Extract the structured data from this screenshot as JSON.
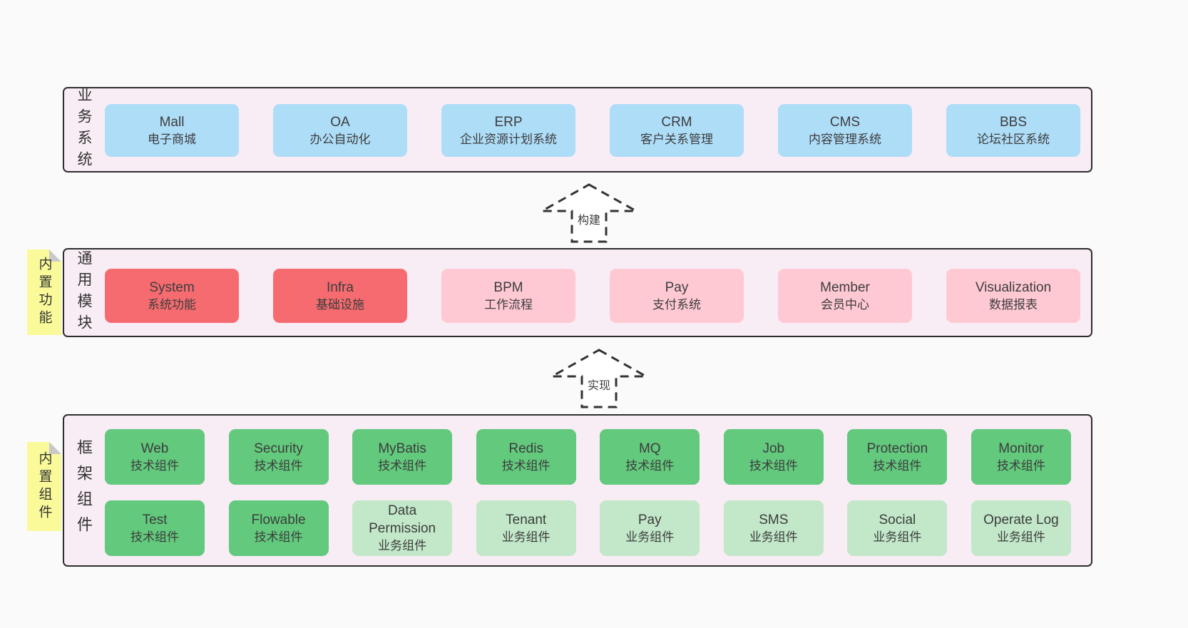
{
  "page": {
    "background": "#fafafa"
  },
  "colors": {
    "panel_bg": "#f8ecf5",
    "panel_border": "#2e2e2e",
    "blue_box": "#aeddf8",
    "red_box": "#f56b70",
    "pink_box": "#ffc9d4",
    "green_box": "#62c97d",
    "light_green_box": "#c2e8c9",
    "sticky_note": "#fafa9a",
    "note_fold": "#c9c9c9",
    "text": "#3d3d3d"
  },
  "arrows": {
    "build": {
      "label": "构建"
    },
    "implement": {
      "label": "实现"
    }
  },
  "sections": {
    "business": {
      "label": "业务系统",
      "boxes": [
        {
          "name": "Mall",
          "desc": "电子商城"
        },
        {
          "name": "OA",
          "desc": "办公自动化"
        },
        {
          "name": "ERP",
          "desc": "企业资源计划系统"
        },
        {
          "name": "CRM",
          "desc": "客户关系管理"
        },
        {
          "name": "CMS",
          "desc": "内容管理系统"
        },
        {
          "name": "BBS",
          "desc": "论坛社区系统"
        }
      ]
    },
    "modules": {
      "label": "通用模块",
      "note": "内置功能",
      "boxes": [
        {
          "name": "System",
          "desc": "系统功能",
          "variant": "red"
        },
        {
          "name": "Infra",
          "desc": "基础设施",
          "variant": "red"
        },
        {
          "name": "BPM",
          "desc": "工作流程",
          "variant": "pink"
        },
        {
          "name": "Pay",
          "desc": "支付系统",
          "variant": "pink"
        },
        {
          "name": "Member",
          "desc": "会员中心",
          "variant": "pink"
        },
        {
          "name": "Visualization",
          "desc": "数据报表",
          "variant": "pink"
        }
      ]
    },
    "framework": {
      "label": "框架组件",
      "note": "内置组件",
      "row1": [
        {
          "name": "Web",
          "desc": "技术组件",
          "variant": "green"
        },
        {
          "name": "Security",
          "desc": "技术组件",
          "variant": "green"
        },
        {
          "name": "MyBatis",
          "desc": "技术组件",
          "variant": "green"
        },
        {
          "name": "Redis",
          "desc": "技术组件",
          "variant": "green"
        },
        {
          "name": "MQ",
          "desc": "技术组件",
          "variant": "green"
        },
        {
          "name": "Job",
          "desc": "技术组件",
          "variant": "green"
        },
        {
          "name": "Protection",
          "desc": "技术组件",
          "variant": "green"
        },
        {
          "name": "Monitor",
          "desc": "技术组件",
          "variant": "green"
        }
      ],
      "row2": [
        {
          "name": "Test",
          "desc": "技术组件",
          "variant": "green"
        },
        {
          "name": "Flowable",
          "desc": "技术组件",
          "variant": "green"
        },
        {
          "name": "Data Permission",
          "desc": "业务组件",
          "variant": "lightgreen"
        },
        {
          "name": "Tenant",
          "desc": "业务组件",
          "variant": "lightgreen"
        },
        {
          "name": "Pay",
          "desc": "业务组件",
          "variant": "lightgreen"
        },
        {
          "name": "SMS",
          "desc": "业务组件",
          "variant": "lightgreen"
        },
        {
          "name": "Social",
          "desc": "业务组件",
          "variant": "lightgreen"
        },
        {
          "name": "Operate Log",
          "desc": "业务组件",
          "variant": "lightgreen"
        }
      ]
    }
  }
}
